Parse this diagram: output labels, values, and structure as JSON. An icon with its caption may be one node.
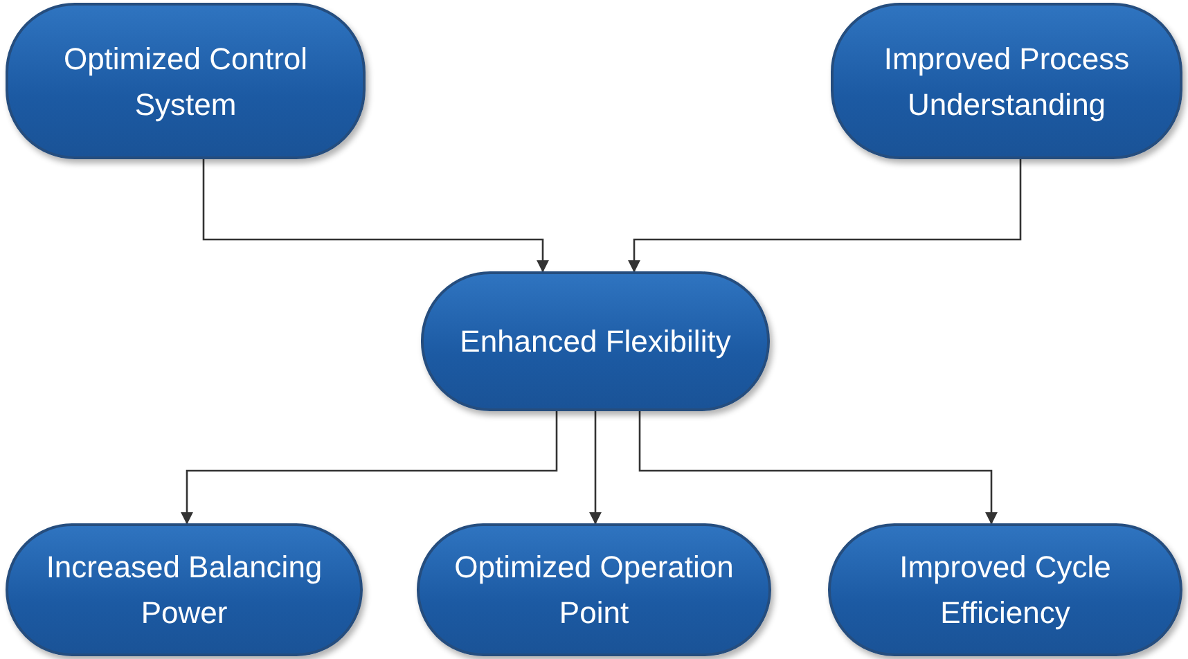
{
  "diagram": {
    "nodes": [
      {
        "text": [
          "Optimized Control System"
        ]
      },
      {
        "text": [
          "Improved Process Understanding"
        ]
      },
      {
        "text": [
          "Enhanced Flexibility"
        ]
      },
      {
        "text": [
          "Increased Balancing Power"
        ]
      },
      {
        "text": [
          "Optimized Operation Point"
        ]
      },
      {
        "text": [
          "Improved Cycle Efficiency"
        ]
      }
    ],
    "edges": [
      {
        "from": 0,
        "to": 2,
        "arrow": "to"
      },
      {
        "from": 1,
        "to": 2,
        "arrow": "to"
      },
      {
        "from": 2,
        "to": 3,
        "arrow": "to"
      },
      {
        "from": 2,
        "to": 4,
        "arrow": "to"
      },
      {
        "from": 2,
        "to": 5,
        "arrow": "to"
      }
    ]
  }
}
